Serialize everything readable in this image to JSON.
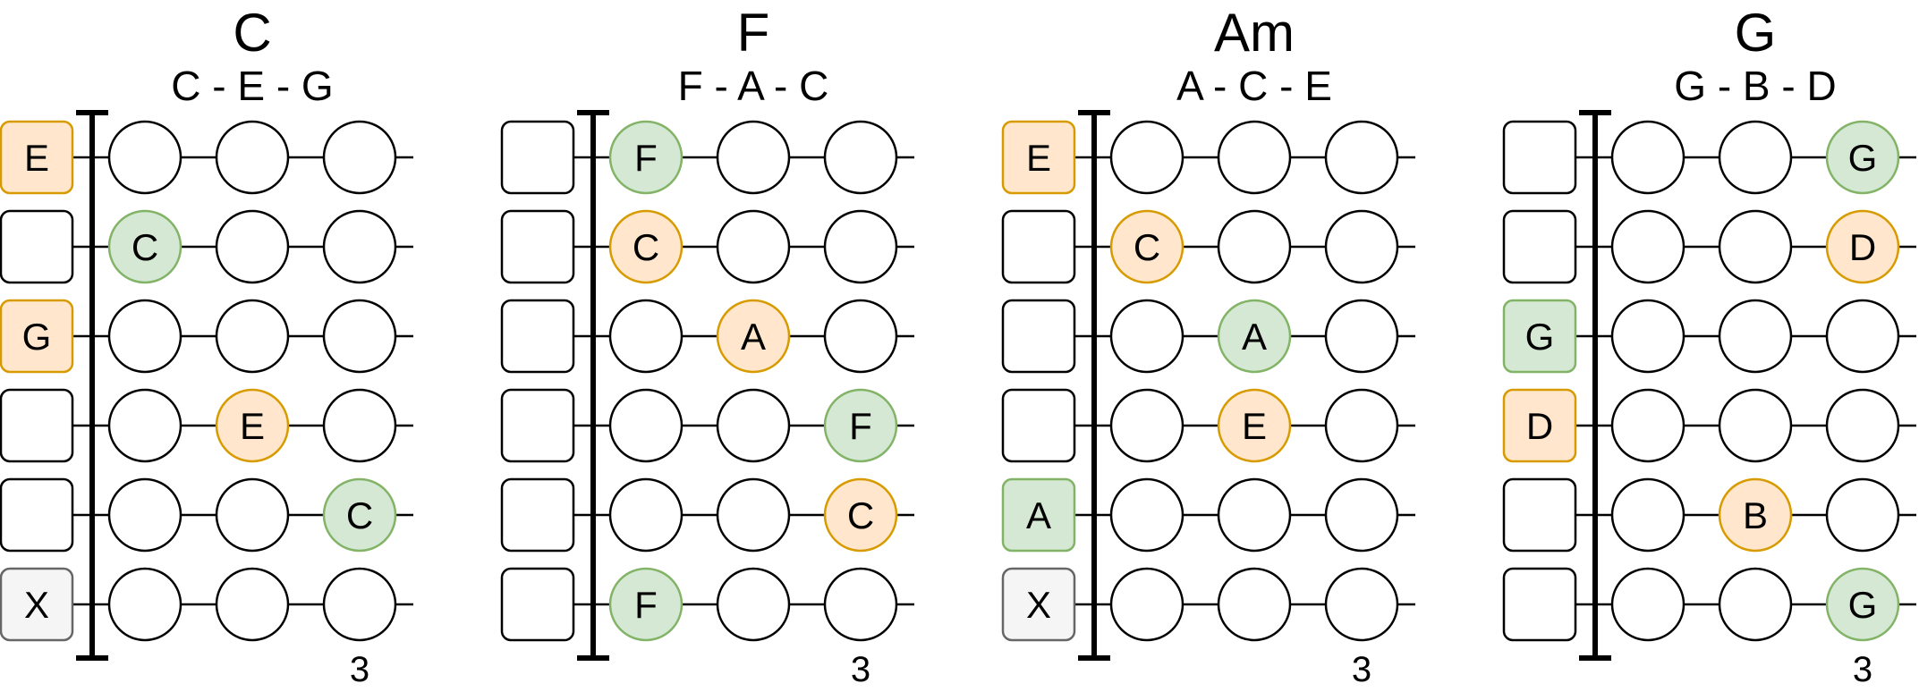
{
  "colors": {
    "root_fill": "#d5e8d4",
    "root_stroke": "#82b366",
    "tone_fill": "#ffe6cc",
    "tone_stroke": "#d79b00",
    "muted_fill": "#f5f5f5",
    "muted_stroke": "#666666",
    "empty_fill": "#ffffff",
    "empty_stroke": "#000000"
  },
  "chords": [
    {
      "name": "C",
      "notes": "C - E - G",
      "fret_label": "3",
      "open": [
        {
          "text": "E",
          "kind": "tone"
        },
        {
          "text": "",
          "kind": "empty"
        },
        {
          "text": "G",
          "kind": "tone"
        },
        {
          "text": "",
          "kind": "empty"
        },
        {
          "text": "",
          "kind": "empty"
        },
        {
          "text": "X",
          "kind": "muted"
        }
      ],
      "frets": [
        [
          {
            "text": "",
            "kind": "empty"
          },
          {
            "text": "",
            "kind": "empty"
          },
          {
            "text": "",
            "kind": "empty"
          }
        ],
        [
          {
            "text": "C",
            "kind": "root"
          },
          {
            "text": "",
            "kind": "empty"
          },
          {
            "text": "",
            "kind": "empty"
          }
        ],
        [
          {
            "text": "",
            "kind": "empty"
          },
          {
            "text": "",
            "kind": "empty"
          },
          {
            "text": "",
            "kind": "empty"
          }
        ],
        [
          {
            "text": "",
            "kind": "empty"
          },
          {
            "text": "E",
            "kind": "tone"
          },
          {
            "text": "",
            "kind": "empty"
          }
        ],
        [
          {
            "text": "",
            "kind": "empty"
          },
          {
            "text": "",
            "kind": "empty"
          },
          {
            "text": "C",
            "kind": "root"
          }
        ],
        [
          {
            "text": "",
            "kind": "empty"
          },
          {
            "text": "",
            "kind": "empty"
          },
          {
            "text": "",
            "kind": "empty"
          }
        ]
      ]
    },
    {
      "name": "F",
      "notes": "F - A - C",
      "fret_label": "3",
      "open": [
        {
          "text": "",
          "kind": "empty"
        },
        {
          "text": "",
          "kind": "empty"
        },
        {
          "text": "",
          "kind": "empty"
        },
        {
          "text": "",
          "kind": "empty"
        },
        {
          "text": "",
          "kind": "empty"
        },
        {
          "text": "",
          "kind": "empty"
        }
      ],
      "frets": [
        [
          {
            "text": "F",
            "kind": "root"
          },
          {
            "text": "",
            "kind": "empty"
          },
          {
            "text": "",
            "kind": "empty"
          }
        ],
        [
          {
            "text": "C",
            "kind": "tone"
          },
          {
            "text": "",
            "kind": "empty"
          },
          {
            "text": "",
            "kind": "empty"
          }
        ],
        [
          {
            "text": "",
            "kind": "empty"
          },
          {
            "text": "A",
            "kind": "tone"
          },
          {
            "text": "",
            "kind": "empty"
          }
        ],
        [
          {
            "text": "",
            "kind": "empty"
          },
          {
            "text": "",
            "kind": "empty"
          },
          {
            "text": "F",
            "kind": "root"
          }
        ],
        [
          {
            "text": "",
            "kind": "empty"
          },
          {
            "text": "",
            "kind": "empty"
          },
          {
            "text": "C",
            "kind": "tone"
          }
        ],
        [
          {
            "text": "F",
            "kind": "root"
          },
          {
            "text": "",
            "kind": "empty"
          },
          {
            "text": "",
            "kind": "empty"
          }
        ]
      ]
    },
    {
      "name": "Am",
      "notes": "A - C - E",
      "fret_label": "3",
      "open": [
        {
          "text": "E",
          "kind": "tone"
        },
        {
          "text": "",
          "kind": "empty"
        },
        {
          "text": "",
          "kind": "empty"
        },
        {
          "text": "",
          "kind": "empty"
        },
        {
          "text": "A",
          "kind": "root"
        },
        {
          "text": "X",
          "kind": "muted"
        }
      ],
      "frets": [
        [
          {
            "text": "",
            "kind": "empty"
          },
          {
            "text": "",
            "kind": "empty"
          },
          {
            "text": "",
            "kind": "empty"
          }
        ],
        [
          {
            "text": "C",
            "kind": "tone"
          },
          {
            "text": "",
            "kind": "empty"
          },
          {
            "text": "",
            "kind": "empty"
          }
        ],
        [
          {
            "text": "",
            "kind": "empty"
          },
          {
            "text": "A",
            "kind": "root"
          },
          {
            "text": "",
            "kind": "empty"
          }
        ],
        [
          {
            "text": "",
            "kind": "empty"
          },
          {
            "text": "E",
            "kind": "tone"
          },
          {
            "text": "",
            "kind": "empty"
          }
        ],
        [
          {
            "text": "",
            "kind": "empty"
          },
          {
            "text": "",
            "kind": "empty"
          },
          {
            "text": "",
            "kind": "empty"
          }
        ],
        [
          {
            "text": "",
            "kind": "empty"
          },
          {
            "text": "",
            "kind": "empty"
          },
          {
            "text": "",
            "kind": "empty"
          }
        ]
      ]
    },
    {
      "name": "G",
      "notes": "G - B - D",
      "fret_label": "3",
      "open": [
        {
          "text": "",
          "kind": "empty"
        },
        {
          "text": "",
          "kind": "empty"
        },
        {
          "text": "G",
          "kind": "root"
        },
        {
          "text": "D",
          "kind": "tone"
        },
        {
          "text": "",
          "kind": "empty"
        },
        {
          "text": "",
          "kind": "empty"
        }
      ],
      "frets": [
        [
          {
            "text": "",
            "kind": "empty"
          },
          {
            "text": "",
            "kind": "empty"
          },
          {
            "text": "G",
            "kind": "root"
          }
        ],
        [
          {
            "text": "",
            "kind": "empty"
          },
          {
            "text": "",
            "kind": "empty"
          },
          {
            "text": "D",
            "kind": "tone"
          }
        ],
        [
          {
            "text": "",
            "kind": "empty"
          },
          {
            "text": "",
            "kind": "empty"
          },
          {
            "text": "",
            "kind": "empty"
          }
        ],
        [
          {
            "text": "",
            "kind": "empty"
          },
          {
            "text": "",
            "kind": "empty"
          },
          {
            "text": "",
            "kind": "empty"
          }
        ],
        [
          {
            "text": "",
            "kind": "empty"
          },
          {
            "text": "B",
            "kind": "tone"
          },
          {
            "text": "",
            "kind": "empty"
          }
        ],
        [
          {
            "text": "",
            "kind": "empty"
          },
          {
            "text": "",
            "kind": "empty"
          },
          {
            "text": "G",
            "kind": "root"
          }
        ]
      ]
    }
  ]
}
